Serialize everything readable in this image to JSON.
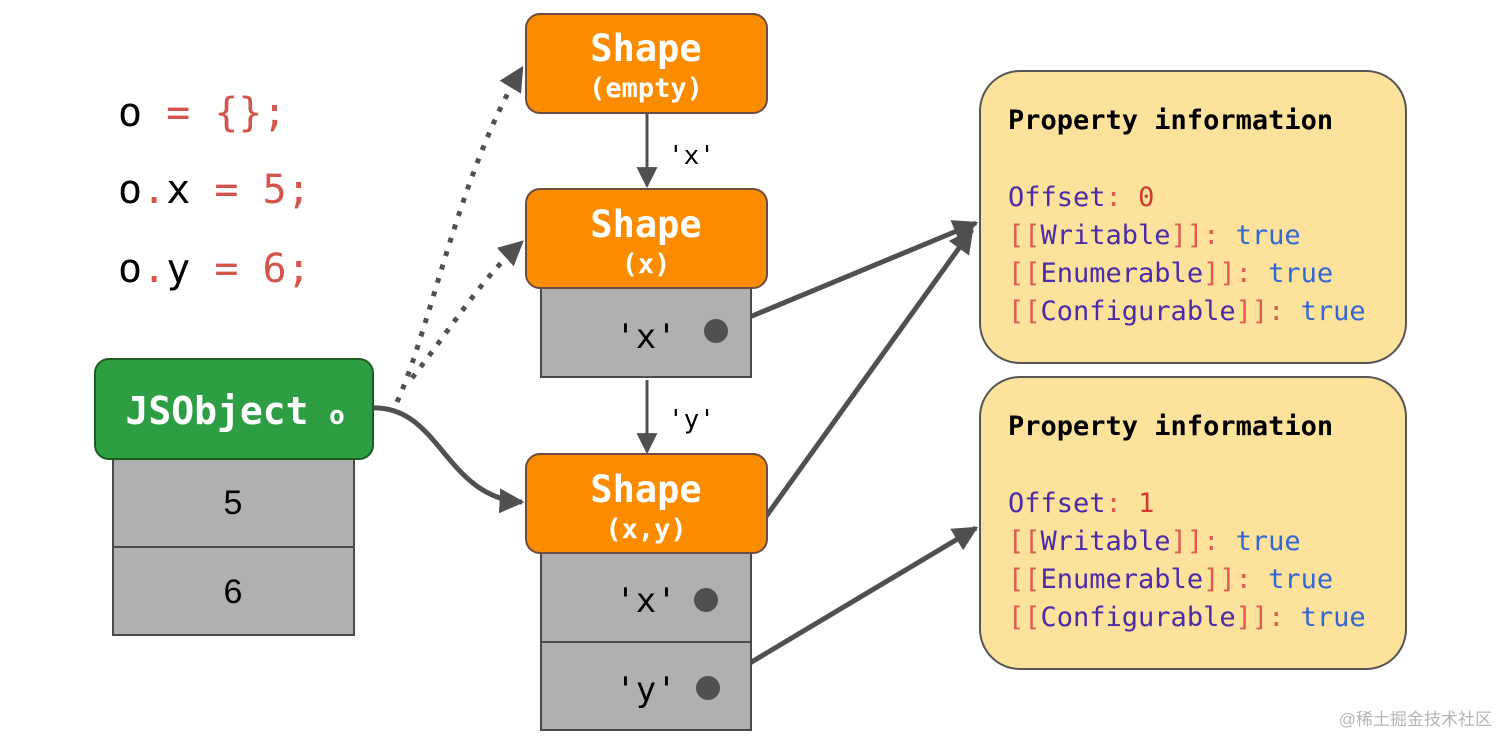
{
  "colors": {
    "shape_fill": "#fb8c00",
    "shape_stroke": "#6d4c41",
    "jsobject_fill": "#2e9e45",
    "jsobject_stroke": "#1b5e20",
    "slot_fill": "#b0b0b0",
    "slot_stroke": "#4a4a4a",
    "info_fill": "#fce29b",
    "info_stroke": "#555555",
    "arrow": "#505050",
    "code_ident": "#000000",
    "code_punct": "#d2564b",
    "info_label": "#4a2ba8",
    "info_bracket": "#e05a4f",
    "info_number": "#d03a2f",
    "info_bool": "#3367d6"
  },
  "code": {
    "line1": {
      "ident": "o",
      "op": " = ",
      "value": "{};"
    },
    "line2": {
      "ident": "o",
      "dot": ".",
      "prop": "x",
      "op": " = ",
      "value": "5;"
    },
    "line3": {
      "ident": "o",
      "dot": ".",
      "prop": "y",
      "op": " = ",
      "value": "6;"
    }
  },
  "jsobject": {
    "title": "JSObject",
    "name": "o",
    "values": [
      "5",
      "6"
    ]
  },
  "shapes": [
    {
      "title": "Shape",
      "subtitle": "(empty)",
      "properties": []
    },
    {
      "title": "Shape",
      "subtitle": "(x)",
      "properties": [
        "'x'"
      ]
    },
    {
      "title": "Shape",
      "subtitle": "(x,y)",
      "properties": [
        "'x'",
        "'y'"
      ]
    }
  ],
  "transitions": [
    "'x'",
    "'y'"
  ],
  "property_info": [
    {
      "title": "Property information",
      "offset_label": "Offset",
      "offset": "0",
      "attributes": [
        {
          "name": "Writable",
          "value": "true"
        },
        {
          "name": "Enumerable",
          "value": "true"
        },
        {
          "name": "Configurable",
          "value": "true"
        }
      ]
    },
    {
      "title": "Property information",
      "offset_label": "Offset",
      "offset": "1",
      "attributes": [
        {
          "name": "Writable",
          "value": "true"
        },
        {
          "name": "Enumerable",
          "value": "true"
        },
        {
          "name": "Configurable",
          "value": "true"
        }
      ]
    }
  ],
  "watermark": "@稀土掘金技术社区"
}
